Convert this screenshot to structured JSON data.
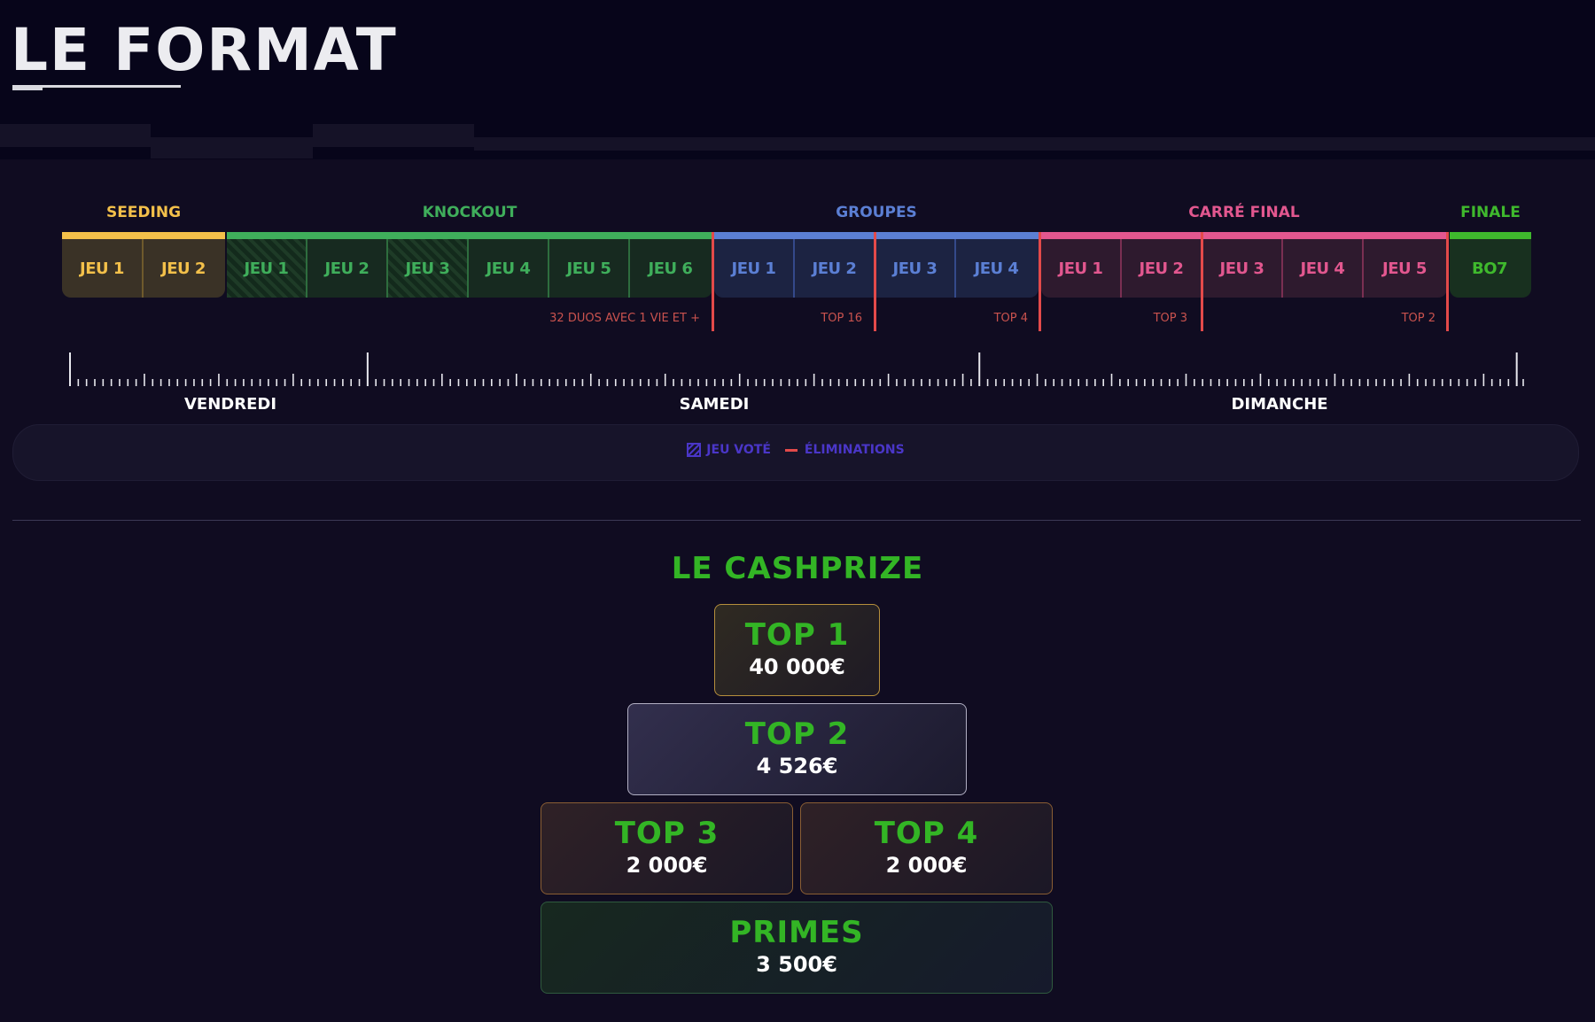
{
  "page": {
    "title": "LE FORMAT"
  },
  "phases": [
    {
      "name": "SEEDING",
      "color": "#f3c04a",
      "games": [
        "JEU 1",
        "JEU 2"
      ]
    },
    {
      "name": "KNOCKOUT",
      "color": "#3fae5b",
      "games": [
        "JEU 1",
        "JEU 2",
        "JEU 3",
        "JEU 4",
        "JEU 5",
        "JEU 6"
      ],
      "voted": [
        0,
        2
      ]
    },
    {
      "name": "GROUPES",
      "color": "#5b7fd4",
      "games": [
        "JEU 1",
        "JEU 2",
        "JEU 3",
        "JEU 4"
      ]
    },
    {
      "name": "CARRÉ FINAL",
      "color": "#e2578f",
      "games": [
        "JEU 1",
        "JEU 2",
        "JEU 3",
        "JEU 4",
        "JEU 5"
      ]
    },
    {
      "name": "FINALE",
      "color": "#3fb92d",
      "games": [
        "BO7"
      ]
    }
  ],
  "eliminations": [
    "32 DUOS AVEC 1 VIE ET +",
    "TOP 16",
    "TOP 4",
    "TOP 3",
    "TOP 2"
  ],
  "days": [
    "VENDREDI",
    "SAMEDI",
    "DIMANCHE"
  ],
  "legend": {
    "voted_label": "JEU VOTÉ",
    "elim_label": "ÉLIMINATIONS"
  },
  "cashprize": {
    "title": "LE CASHPRIZE",
    "tiers": [
      {
        "rank": "TOP 1",
        "amount": "40 000€"
      },
      {
        "rank": "TOP 2",
        "amount": "4 526€"
      },
      {
        "rank": "TOP 3",
        "amount": "2 000€"
      },
      {
        "rank": "TOP 4",
        "amount": "2 000€"
      },
      {
        "rank": "PRIMES",
        "amount": "3 500€"
      }
    ]
  }
}
